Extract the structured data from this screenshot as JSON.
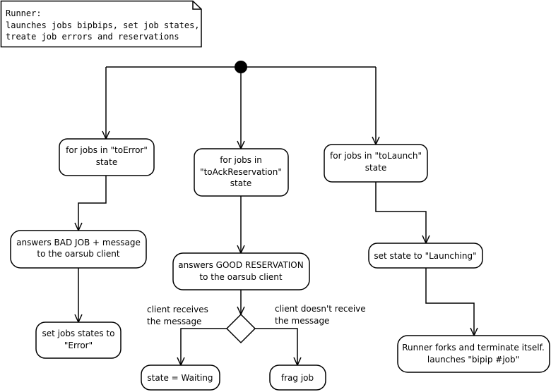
{
  "note": {
    "lines": [
      "Runner:",
      "launches jobs bipbips, set job states,",
      "treate job errors and reservations"
    ]
  },
  "nodes": {
    "to_error": {
      "lines": [
        "for jobs in \"toError\"",
        "state"
      ]
    },
    "to_ack": {
      "lines": [
        "for jobs in",
        "\"toAckReservation\"",
        "state"
      ]
    },
    "to_launch": {
      "lines": [
        "for jobs in \"toLaunch\"",
        "state"
      ]
    },
    "bad_job": {
      "lines": [
        "answers BAD JOB + message",
        "to the oarsub client"
      ]
    },
    "good_reservation": {
      "lines": [
        "answers GOOD RESERVATION",
        "to the oarsub client"
      ]
    },
    "set_launching": {
      "lines": [
        "set state to \"Launching\""
      ]
    },
    "set_error": {
      "lines": [
        "set jobs states to",
        "\"Error\""
      ]
    },
    "state_waiting": {
      "lines": [
        "state = Waiting"
      ]
    },
    "frag_job": {
      "lines": [
        "frag job"
      ]
    },
    "runner_forks": {
      "lines": [
        "Runner forks and terminate itself.",
        "launches \"bipip #job\""
      ]
    }
  },
  "edge_labels": {
    "client_receives": [
      "client receives",
      "the message"
    ],
    "client_not_receive": [
      "client doesn't receive",
      "the message"
    ]
  }
}
